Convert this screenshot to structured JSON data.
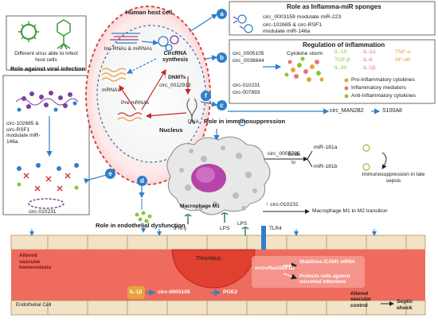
{
  "cell": {
    "title": "Human host cell",
    "lncrnas": "lnc-RNAs & miRNAs",
    "circrna_synthesis": "CircRNA synthesis",
    "dnmts": "↑ DNMTs",
    "circ_0012919": "circ_0012919",
    "mrnas": "mRNAs",
    "pre_mrnas": "Pre-mRNAs",
    "dna": "DNA",
    "nucleus": "Nucleus"
  },
  "virus": {
    "caption": "Different virus able to infect host cells"
  },
  "antiviral": {
    "title": "Role against viral infection",
    "text1": "circ-102685 & circ-RSF1 modulate miR-146a",
    "text2": "circ-010231"
  },
  "badges": [
    "a",
    "b",
    "c",
    "d",
    "e",
    "f"
  ],
  "sponges": {
    "title": "Role as Inflamma-miR sponges",
    "item1": "circ_0003159 modulate miR-223",
    "item2": "circ-102685 & circ-RSF1 modulate miR-146a"
  },
  "inflammation": {
    "title": "Regulation of inflammation",
    "circs_top": [
      "circ_0005105",
      "circ_0038644"
    ],
    "circs_bottom": [
      "circ-010231",
      "circ-007893"
    ],
    "storm": "Cytokine storm",
    "cyto_col1": [
      "IL-10",
      "TGF-β",
      "IL-30"
    ],
    "cyto_col2": [
      "IL-1α",
      "IL-6",
      "IL-1β"
    ],
    "cyto_col3": [
      "TNF-α",
      "NF-κB"
    ],
    "legend": [
      "Pro-Inflammatory cytokines",
      "Inflammatory mediators",
      "Anti-Inflammatory cytokines"
    ],
    "colors": {
      "pro": "#e8a33c",
      "mediator": "#e07a7a",
      "anti": "#8cc43f"
    }
  },
  "immuno": {
    "circ_man": "circ_MAN2B2",
    "s100": "S100A8",
    "title": "Role in immunosuppression",
    "circ_0005785": "circ_0005785",
    "binds": "Binds",
    "to": "to",
    "mir181a": "miR-181a",
    "mir181b": "miR-181b",
    "late_sepsis": "Immunosuppression in late sepsis",
    "macrophage": "Macrophage M1",
    "ifn": "IFN-γ",
    "lps": "LPS",
    "circ_010231": "↑ circ-010231",
    "m1m2": "Macrophage M1 to M2 transition"
  },
  "endothelial": {
    "title": "Role in endothelial dysfunction",
    "altered_homeostasis": "Altered vascular homeostasis",
    "thrombus": "Thrombus",
    "lps": "LPS",
    "tlr4": "TLR4",
    "mcirc": "mcircRasGEF1B",
    "stabilizes": "Stabilizes ICAM1 mRNA",
    "protects": "Protects cells against microbial infections",
    "il1b": "IL-1β",
    "circ_0005105": "circ-0005105",
    "pge2": "PGE2",
    "endothelial_cell": "Endothelial Cell",
    "altered_control": "Altered vascular control",
    "septic_shock": "Septic shock"
  }
}
